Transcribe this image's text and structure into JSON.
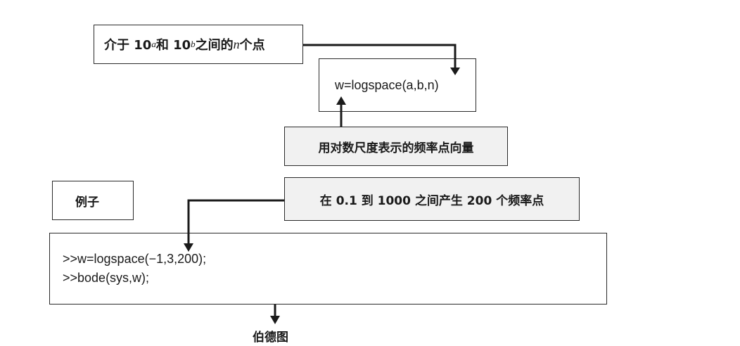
{
  "range_box": {
    "pre": "介于 10",
    "exp_a": "a",
    "mid": " 和 10",
    "exp_b": "b",
    "post1": " 之间的 ",
    "n": "n",
    "post2": " 个点"
  },
  "function_box": {
    "text": "w=logspace(a,b,n)"
  },
  "description_box": {
    "text": "用对数尺度表示的频率点向量"
  },
  "example_box": {
    "text": "例子"
  },
  "generate_box": {
    "text": "在 0.1 到 1000 之间产生 200 个频率点"
  },
  "code_box": {
    "lines": [
      ">>w=logspace(−1,3,200);",
      ">>bode(sys,w);"
    ]
  },
  "result_label": {
    "text": "伯德图"
  },
  "colors": {
    "line": "#1a1a1a",
    "shade": "#f1f1f1"
  }
}
